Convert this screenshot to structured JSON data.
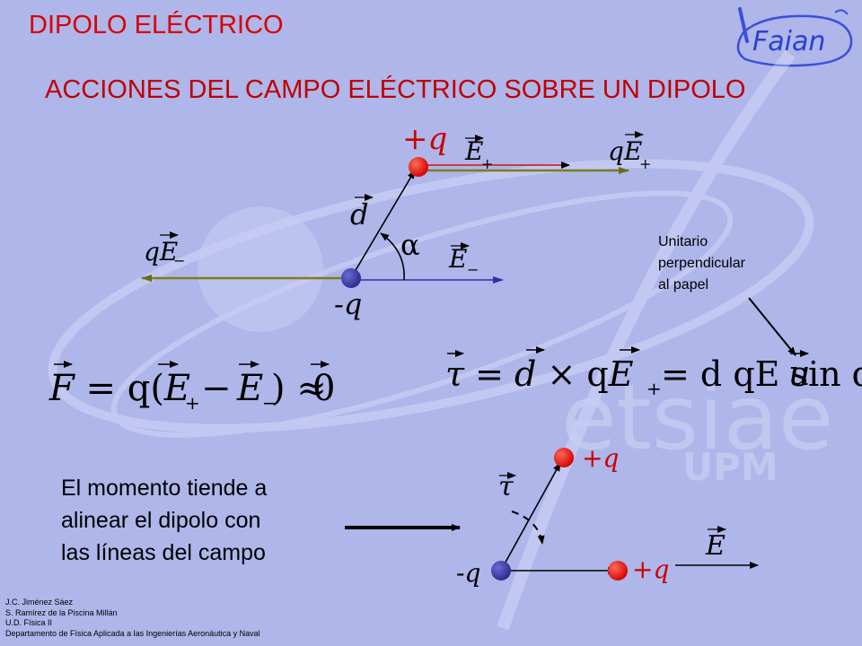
{
  "slide": {
    "title": "DIPOLO ELÉCTRICO",
    "subtitle": "ACCIONES DEL CAMPO ELÉCTRICO SOBRE UN DIPOLO",
    "logo_text": "Faian",
    "watermark": "etsiae",
    "watermark_sub": "UPM",
    "unit_note": [
      "Unitario",
      "perpendicular",
      "al papel"
    ],
    "moment_text": [
      "El momento tiende a",
      "alinear el dipolo con",
      "las líneas del campo"
    ],
    "credits": [
      "J.C. Jiménez Sáez",
      "S. Ramírez de la Piscina Millán",
      "U.D. Física II",
      "Departamento de Física Aplicada a las Ingenierías Aeronáutica y Naval"
    ]
  },
  "diagram_top": {
    "charge_pos": "+q",
    "charge_neg": "-q",
    "dipole_vector": "d",
    "angle": "α",
    "field_pos": "E",
    "field_neg": "E",
    "force_pos": "qE",
    "force_neg": "qE",
    "sub_plus": "+",
    "sub_minus": "−"
  },
  "equations": {
    "force": {
      "lhs": "F",
      "rhs_pre": " = q(",
      "e1": "E",
      "mid": " − ",
      "e2": "E",
      "rhs_post": ") ≈ ",
      "zero": "0"
    },
    "torque": {
      "lhs": "τ",
      "eq1": " = ",
      "d": "d",
      "times": " × q",
      "e": "E",
      "eq2": " = d qE sin α ",
      "u": "u"
    }
  },
  "diagram_bottom": {
    "torque": "τ",
    "field": "E",
    "charge_neg": "-q",
    "charge_pos_final": "+q",
    "charge_pos_initial": "+q"
  },
  "colors": {
    "background": "#aeb6ea",
    "title_red": "#d90000",
    "positive_charge": "#e21a1a",
    "negative_charge": "#3a3aa8",
    "force_olive": "#7d7d1d",
    "field_red": "#d01010",
    "field_blue": "#3030a0"
  }
}
